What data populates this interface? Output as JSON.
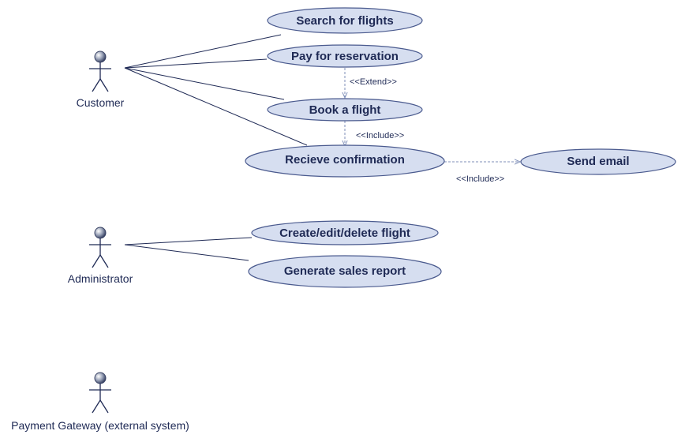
{
  "actors": {
    "customer": "Customer",
    "administrator": "Administrator",
    "payment_gateway": "Payment Gateway (external system)"
  },
  "use_cases": {
    "search_flights": "Search for flights",
    "pay_reservation": "Pay for reservation",
    "book_flight": "Book a flight",
    "receive_confirmation": "Recieve confirmation",
    "send_email": "Send email",
    "create_edit_delete": "Create/edit/delete flight",
    "sales_report": "Generate sales report"
  },
  "relations": {
    "extend": "<<Extend>>",
    "include_confirmation": "<<Include>>",
    "include_email": "<<Include>>"
  },
  "colors": {
    "use_case_fill": "#d6def0",
    "use_case_stroke": "#4a5a8e",
    "text": "#1f2a55"
  }
}
